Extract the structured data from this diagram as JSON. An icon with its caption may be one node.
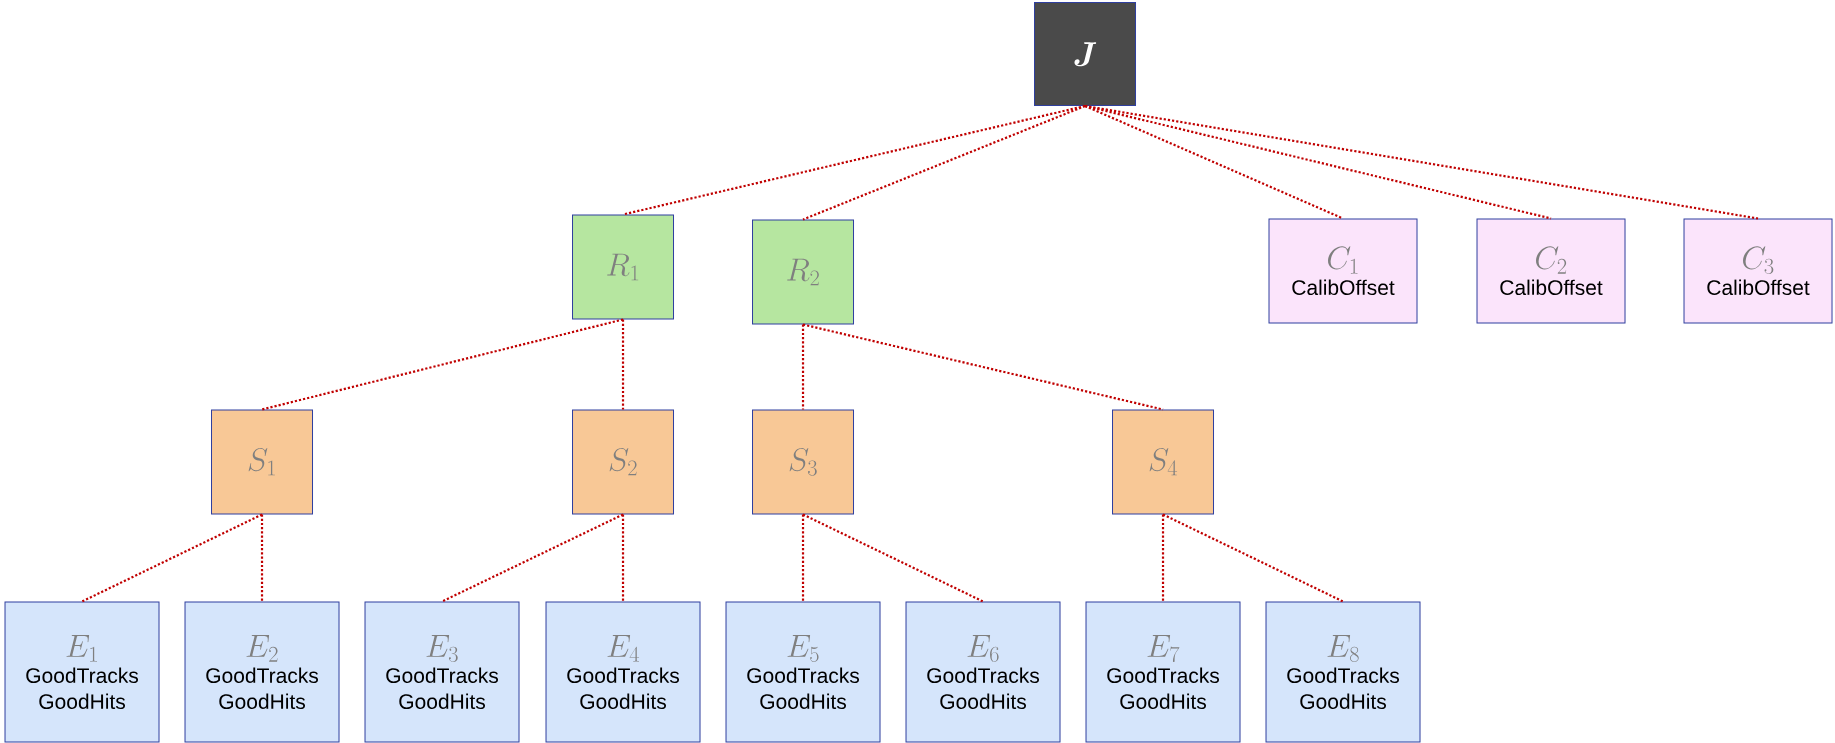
{
  "diagram": {
    "nodes": [
      {
        "text": [
          "J"
        ]
      },
      {
        "text": [
          "R_1"
        ]
      },
      {
        "text": [
          "R_2"
        ]
      },
      {
        "text": [
          "C_1",
          "CalibOffset"
        ]
      },
      {
        "text": [
          "C_2",
          "CalibOffset"
        ]
      },
      {
        "text": [
          "C_3",
          "CalibOffset"
        ]
      },
      {
        "text": [
          "S_1"
        ]
      },
      {
        "text": [
          "S_2"
        ]
      },
      {
        "text": [
          "S_3"
        ]
      },
      {
        "text": [
          "S_4"
        ]
      },
      {
        "text": [
          "E_1",
          "GoodTracks",
          "GoodHits"
        ]
      },
      {
        "text": [
          "E_2",
          "GoodTracks",
          "GoodHits"
        ]
      },
      {
        "text": [
          "E_3",
          "GoodTracks",
          "GoodHits"
        ]
      },
      {
        "text": [
          "E_4",
          "GoodTracks",
          "GoodHits"
        ]
      },
      {
        "text": [
          "E_5",
          "GoodTracks",
          "GoodHits"
        ]
      },
      {
        "text": [
          "E_6",
          "GoodTracks",
          "GoodHits"
        ]
      },
      {
        "text": [
          "E_7",
          "GoodTracks",
          "GoodHits"
        ]
      },
      {
        "text": [
          "E_8",
          "GoodTracks",
          "GoodHits"
        ]
      }
    ],
    "edges": [
      {
        "from": 0,
        "to": 1,
        "arrow": "none"
      },
      {
        "from": 0,
        "to": 2,
        "arrow": "none"
      },
      {
        "from": 0,
        "to": 3,
        "arrow": "none"
      },
      {
        "from": 0,
        "to": 4,
        "arrow": "none"
      },
      {
        "from": 0,
        "to": 5,
        "arrow": "none"
      },
      {
        "from": 1,
        "to": 6,
        "arrow": "none"
      },
      {
        "from": 1,
        "to": 7,
        "arrow": "none"
      },
      {
        "from": 2,
        "to": 8,
        "arrow": "none"
      },
      {
        "from": 2,
        "to": 9,
        "arrow": "none"
      },
      {
        "from": 6,
        "to": 10,
        "arrow": "none"
      },
      {
        "from": 6,
        "to": 11,
        "arrow": "none"
      },
      {
        "from": 7,
        "to": 12,
        "arrow": "none"
      },
      {
        "from": 7,
        "to": 13,
        "arrow": "none"
      },
      {
        "from": 8,
        "to": 14,
        "arrow": "none"
      },
      {
        "from": 8,
        "to": 15,
        "arrow": "none"
      },
      {
        "from": 9,
        "to": 16,
        "arrow": "none"
      },
      {
        "from": 9,
        "to": 17,
        "arrow": "none"
      }
    ]
  }
}
